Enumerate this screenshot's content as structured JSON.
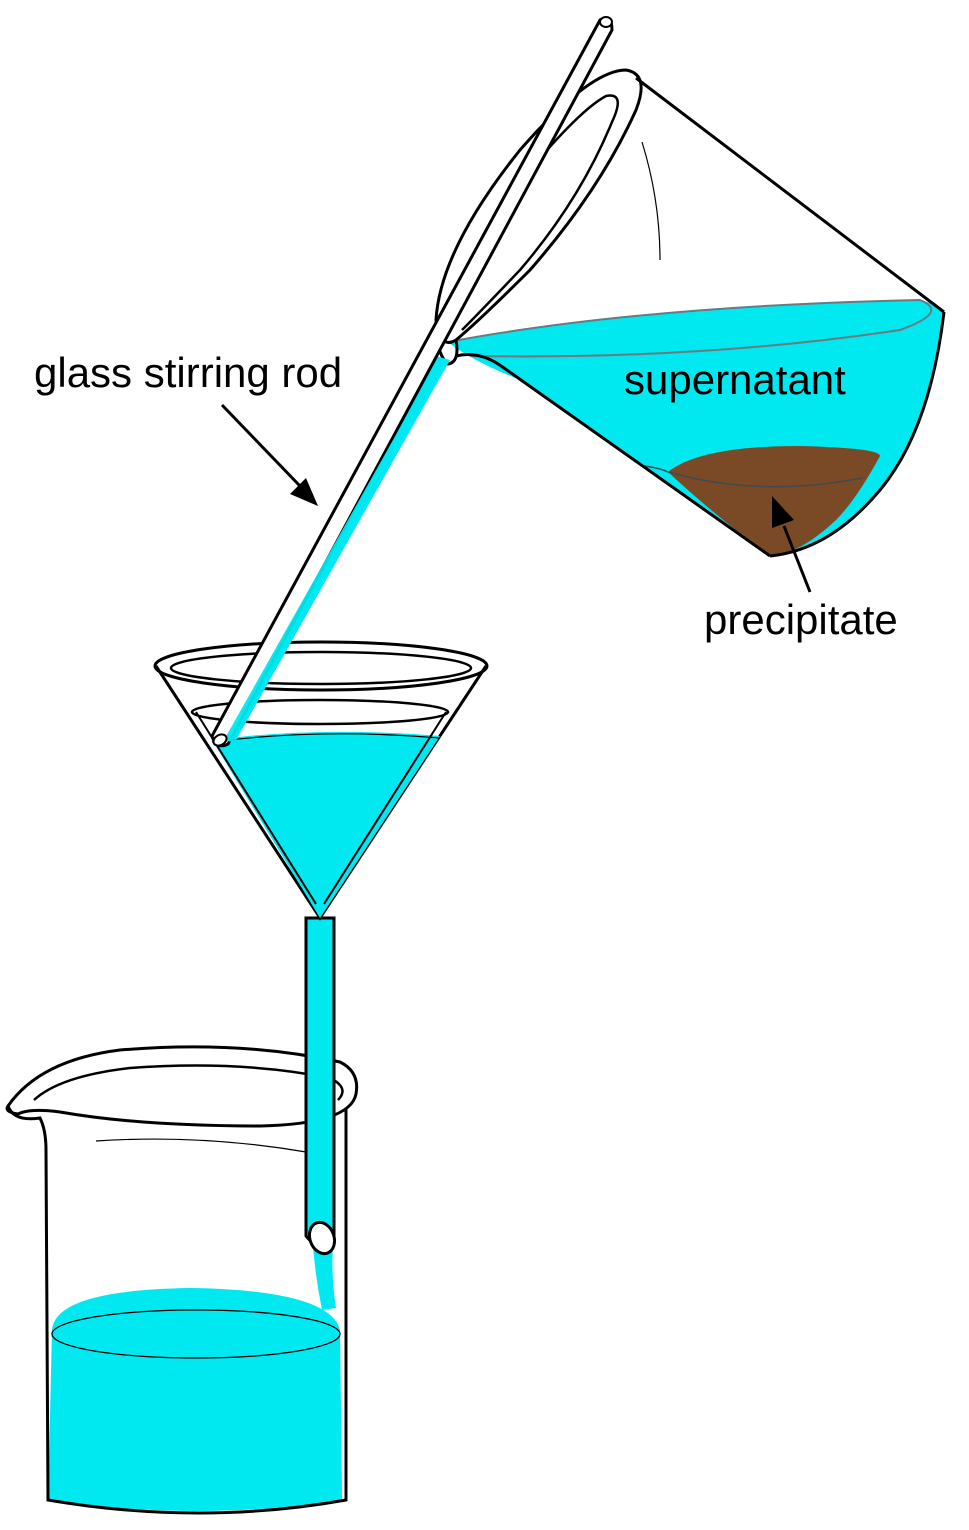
{
  "labels": {
    "rod": "glass stirring rod",
    "supernatant": "supernatant",
    "precipitate": "precipitate"
  },
  "colors": {
    "liquid": "#00e8f0",
    "liquid_dark": "#00c8d0",
    "precipitate": "#7a4a26",
    "outline": "#000000",
    "glass": "#ffffff"
  }
}
